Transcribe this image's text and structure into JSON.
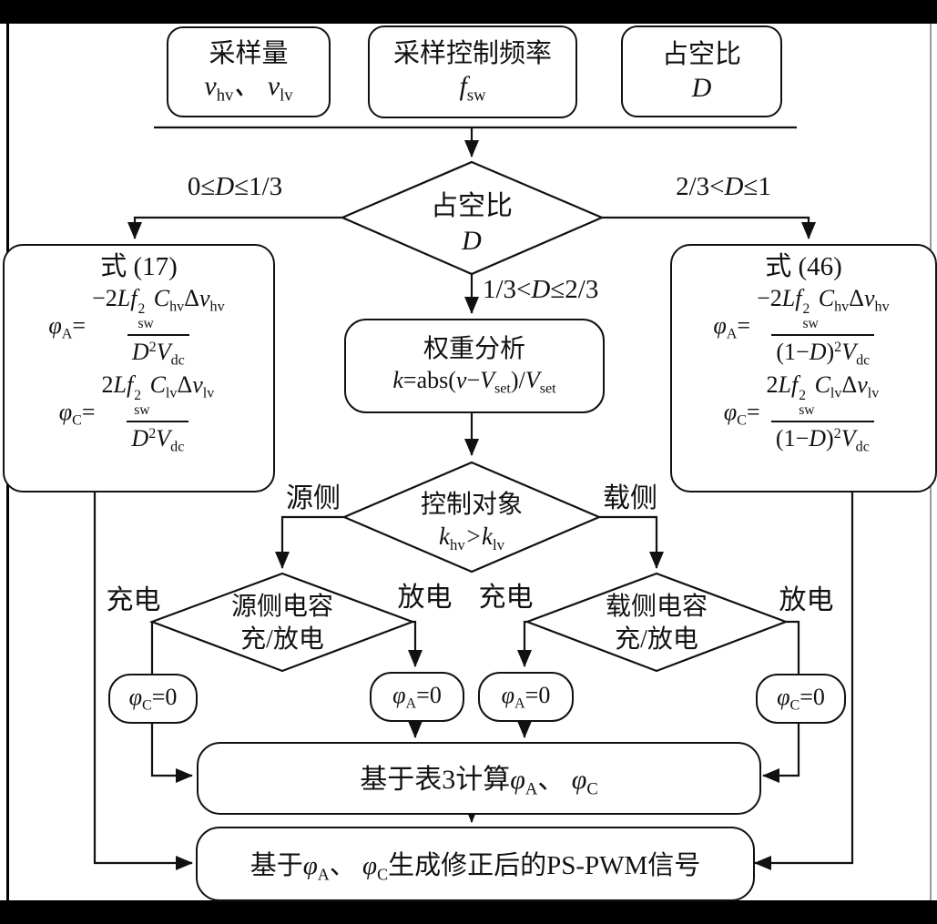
{
  "colors": {
    "ink": "#111111",
    "background": "#ffffff",
    "frame": "#000000"
  },
  "diagram": {
    "inputs": [
      {
        "title": "采样量",
        "value_html": "<i>v</i><sub>hv</sub>、 <i>v</i><sub>lv</sub>"
      },
      {
        "title": "采样控制频率",
        "value_html": "<i>f</i><sub>sw</sub>"
      },
      {
        "title": "占空比",
        "value_html": "<i>D</i>"
      }
    ],
    "duty_decision": {
      "line1": "占空比",
      "line2_html": "<i>D</i>",
      "branch_left_html": "0≤<i>D</i>≤1/3",
      "branch_right_html": "2/3&lt;<i>D</i>≤1",
      "branch_mid_html": "1/3&lt;<i>D</i>≤2/3"
    },
    "eq17": {
      "title": "式 (17)",
      "a_lhs": "<i>φ</i><sub>A</sub>=",
      "a_num": "−2<i>Lf</i><span class='ss'><span>2</span><span>sw</span></span><i>C</i><sub>hv</sub>Δ<i>v</i><sub>hv</sub>",
      "a_den": "<i>D</i><sup>2</sup><i>V</i><sub>dc</sub>",
      "c_lhs": "<i>φ</i><sub>C</sub>=",
      "c_num": "2<i>Lf</i><span class='ss'><span>2</span><span>sw</span></span><i>C</i><sub>lv</sub>Δ<i>v</i><sub>lv</sub>",
      "c_den": "<i>D</i><sup>2</sup><i>V</i><sub>dc</sub>"
    },
    "eq46": {
      "title": "式 (46)",
      "a_lhs": "<i>φ</i><sub>A</sub>=",
      "a_num": "−2<i>Lf</i><span class='ss'><span>2</span><span>sw</span></span><i>C</i><sub>hv</sub>Δ<i>v</i><sub>hv</sub>",
      "a_den": "(1−<i>D</i>)<sup>2</sup><i>V</i><sub>dc</sub>",
      "c_lhs": "<i>φ</i><sub>C</sub>=",
      "c_num": "2<i>Lf</i><span class='ss'><span>2</span><span>sw</span></span><i>C</i><sub>lv</sub>Δ<i>v</i><sub>lv</sub>",
      "c_den": "(1−<i>D</i>)<sup>2</sup><i>V</i><sub>dc</sub>"
    },
    "weight": {
      "title": "权重分析",
      "formula_html": "<i>k</i>=abs(<i>v</i>−<i>V</i><sub>set</sub>)/<i>V</i><sub>set</sub>"
    },
    "control_decision": {
      "line1": "控制对象",
      "line2_html": "<i>k</i><sub>hv</sub>&gt;<i>k</i><sub>lv</sub>",
      "left_label": "源侧",
      "right_label": "载侧"
    },
    "source_cap_decision": {
      "line1": "源侧电容",
      "line2": "充/放电"
    },
    "load_cap_decision": {
      "line1": "载侧电容",
      "line2": "充/放电"
    },
    "labels": {
      "charge": "充电",
      "discharge": "放电"
    },
    "phi": {
      "c_zero_html": "<i>φ</i><sub>C</sub>=0",
      "a_zero_html": "<i>φ</i><sub>A</sub>=0"
    },
    "table3_html": "基于表3计算<i>φ</i><sub>A</sub>、 <i>φ</i><sub>C</sub>",
    "final_html": "基于<i>φ</i><sub>A</sub>、 <i>φ</i><sub>C</sub>生成修正后的PS-PWM信号"
  }
}
